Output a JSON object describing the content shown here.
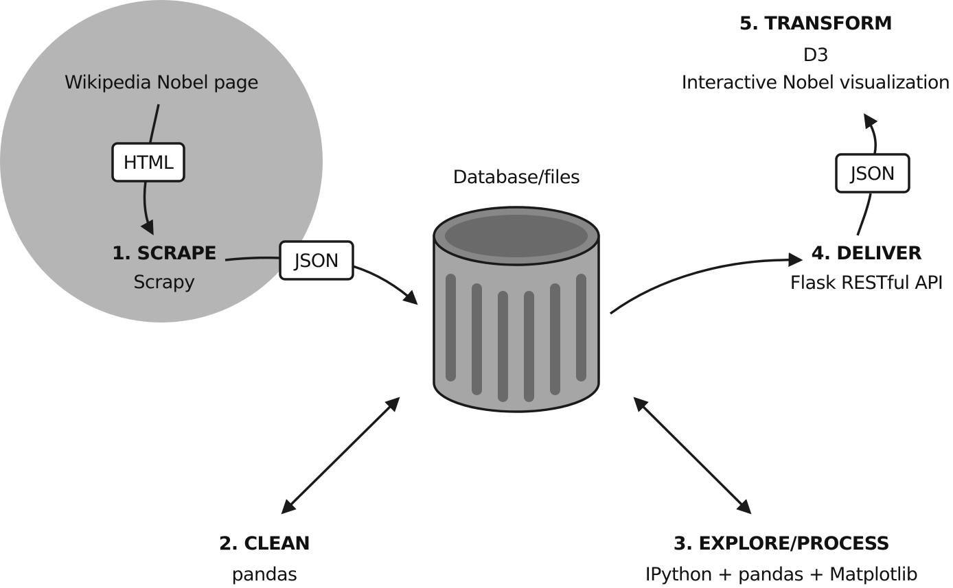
{
  "colors": {
    "circle_fill": "#b5b5b5",
    "cylinder_body": "#a6a6a6",
    "cylinder_top": "#878787",
    "cylinder_inner": "#6a6a6a",
    "stroke": "#1a1a1a"
  },
  "nodes": {
    "wikipedia": {
      "label": "Wikipedia Nobel page"
    },
    "scrape": {
      "title": "1. SCRAPE",
      "subtitle": "Scrapy"
    },
    "database": {
      "label": "Database/files"
    },
    "clean": {
      "title": "2. CLEAN",
      "subtitle": "pandas"
    },
    "explore": {
      "title": "3. EXPLORE/PROCESS",
      "subtitle": "IPython + pandas + Matplotlib"
    },
    "deliver": {
      "title": "4. DELIVER",
      "subtitle": "Flask RESTful API"
    },
    "transform": {
      "title": "5. TRANSFORM",
      "line1": "D3",
      "line2": "Interactive Nobel visualization"
    }
  },
  "edges": {
    "wiki_to_scrape": {
      "badge": "HTML"
    },
    "scrape_to_db": {
      "badge": "JSON"
    },
    "deliver_to_transform": {
      "badge": "JSON"
    }
  }
}
